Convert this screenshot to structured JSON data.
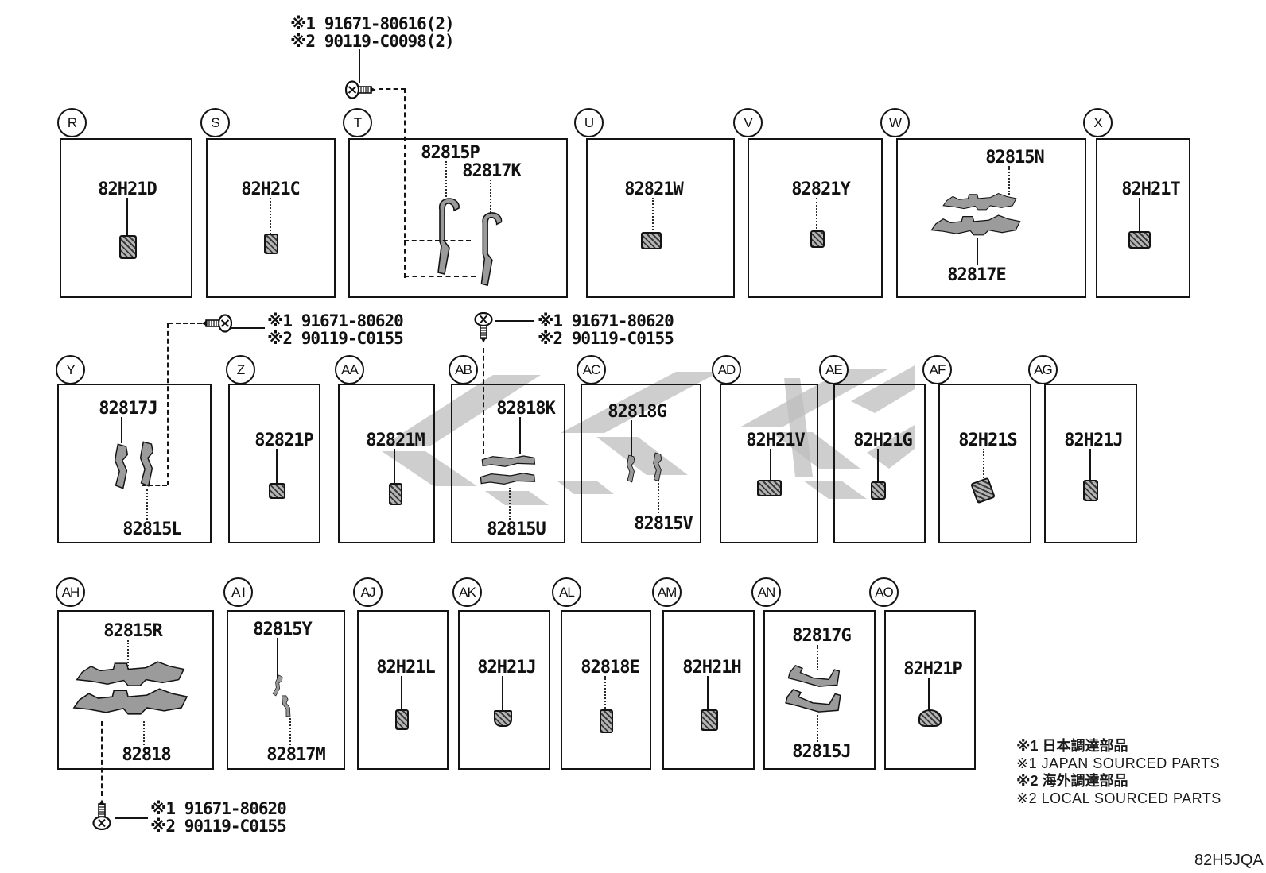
{
  "page": {
    "diagram_code": "82H5JQA"
  },
  "notes": {
    "top": {
      "line1": "※1 91671-80616(2)",
      "line2": "※2 90119-C0098(2)"
    },
    "mid_left": {
      "line1": "※1 91671-80620",
      "line2": "※2 90119-C0155"
    },
    "mid_center": {
      "line1": "※1 91671-80620",
      "line2": "※2 90119-C0155"
    },
    "bottom_left": {
      "line1": "※1 91671-80620",
      "line2": "※2 90119-C0155"
    }
  },
  "legend": {
    "jp1": "※1 日本調達部品",
    "en1": "※1 JAPAN SOURCED PARTS",
    "jp2": "※2 海外調達部品",
    "en2": "※2 LOCAL SOURCED PARTS"
  },
  "boxes": [
    {
      "letter": "R",
      "parts": [
        {
          "number": "82H21D"
        }
      ]
    },
    {
      "letter": "S",
      "parts": [
        {
          "number": "82H21C"
        }
      ]
    },
    {
      "letter": "T",
      "parts": [
        {
          "number": "82815P"
        },
        {
          "number": "82817K"
        }
      ]
    },
    {
      "letter": "U",
      "parts": [
        {
          "number": "82821W"
        }
      ]
    },
    {
      "letter": "V",
      "parts": [
        {
          "number": "82821Y"
        }
      ]
    },
    {
      "letter": "W",
      "parts": [
        {
          "number": "82815N"
        },
        {
          "number": "82817E"
        }
      ]
    },
    {
      "letter": "X",
      "parts": [
        {
          "number": "82H21T"
        }
      ]
    },
    {
      "letter": "Y",
      "parts": [
        {
          "number": "82817J"
        },
        {
          "number": "82815L"
        }
      ]
    },
    {
      "letter": "Z",
      "parts": [
        {
          "number": "82821P"
        }
      ]
    },
    {
      "letter": "AA",
      "parts": [
        {
          "number": "82821M"
        }
      ]
    },
    {
      "letter": "AB",
      "parts": [
        {
          "number": "82818K"
        },
        {
          "number": "82815U"
        }
      ]
    },
    {
      "letter": "AC",
      "parts": [
        {
          "number": "82818G"
        },
        {
          "number": "82815V"
        }
      ]
    },
    {
      "letter": "AD",
      "parts": [
        {
          "number": "82H21V"
        }
      ]
    },
    {
      "letter": "AE",
      "parts": [
        {
          "number": "82H21G"
        }
      ]
    },
    {
      "letter": "AF",
      "parts": [
        {
          "number": "82H21S"
        }
      ]
    },
    {
      "letter": "AG",
      "parts": [
        {
          "number": "82H21J"
        }
      ]
    },
    {
      "letter": "AH",
      "parts": [
        {
          "number": "82815R"
        },
        {
          "number": "82818"
        }
      ]
    },
    {
      "letter": "A I",
      "parts": [
        {
          "number": "82815Y"
        },
        {
          "number": "82817M"
        }
      ]
    },
    {
      "letter": "AJ",
      "parts": [
        {
          "number": "82H21L"
        }
      ]
    },
    {
      "letter": "AK",
      "parts": [
        {
          "number": "82H21J"
        }
      ]
    },
    {
      "letter": "AL",
      "parts": [
        {
          "number": "82818E"
        }
      ]
    },
    {
      "letter": "AM",
      "parts": [
        {
          "number": "82H21H"
        }
      ]
    },
    {
      "letter": "AN",
      "parts": [
        {
          "number": "82817G"
        },
        {
          "number": "82815J"
        }
      ]
    },
    {
      "letter": "AO",
      "parts": [
        {
          "number": "82H21P"
        }
      ]
    }
  ]
}
